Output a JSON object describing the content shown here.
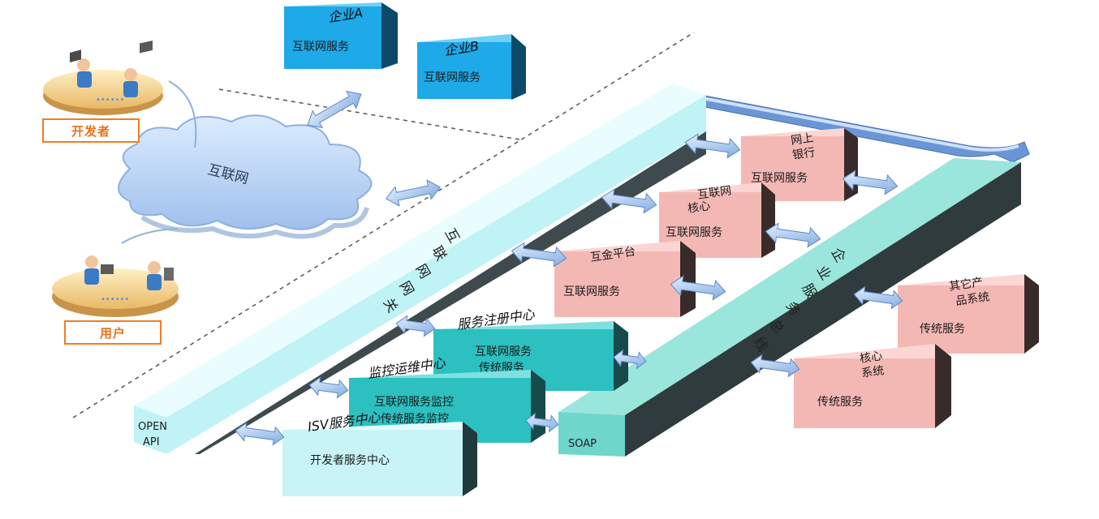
{
  "personas": {
    "developer": "开发者",
    "user": "用户"
  },
  "cloud_label": "互联网",
  "enterprises": [
    {
      "title": "企业A",
      "service": "互联网服务"
    },
    {
      "title": "企业B",
      "service": "互联网服务"
    }
  ],
  "gateway": {
    "name_chars": [
      "互",
      "联",
      "网",
      "网",
      "关"
    ],
    "end_label_line1": "OPEN",
    "end_label_line2": "API"
  },
  "bus": {
    "name_chars": [
      "企",
      "业",
      "服",
      "务",
      "总",
      "线"
    ],
    "end_label": "SOAP"
  },
  "internet_systems": [
    {
      "title_lines": [
        "网上",
        "银行"
      ],
      "service": "互联网服务"
    },
    {
      "title_lines": [
        "互联网",
        "核心"
      ],
      "service": "互联网服务"
    },
    {
      "title_lines": [
        "互金平台"
      ],
      "service": "互联网服务"
    }
  ],
  "legacy_systems": [
    {
      "title_lines": [
        "其它产",
        "品系统"
      ],
      "service": "传统服务"
    },
    {
      "title_lines": [
        "核心",
        "系统"
      ],
      "service": "传统服务"
    }
  ],
  "centers": [
    {
      "title": "服务注册中心",
      "lines": [
        "互联网服务",
        "传统服务"
      ]
    },
    {
      "title": "监控运维中心",
      "lines": [
        "互联网服务监控",
        "传统服务监控"
      ]
    },
    {
      "title": "ISV服务中心",
      "lines": [
        "开发者服务中心"
      ]
    }
  ],
  "colors": {
    "gateway": "#bff3f6",
    "bus": "#6fd6cb",
    "enterprise": "#1ea9e8",
    "internet_system": "#f4b8b4",
    "center": "#2cc0c0",
    "isv": "#c9f4f7",
    "arrow": "#9cc3ef",
    "tag_border": "#f07d22"
  }
}
